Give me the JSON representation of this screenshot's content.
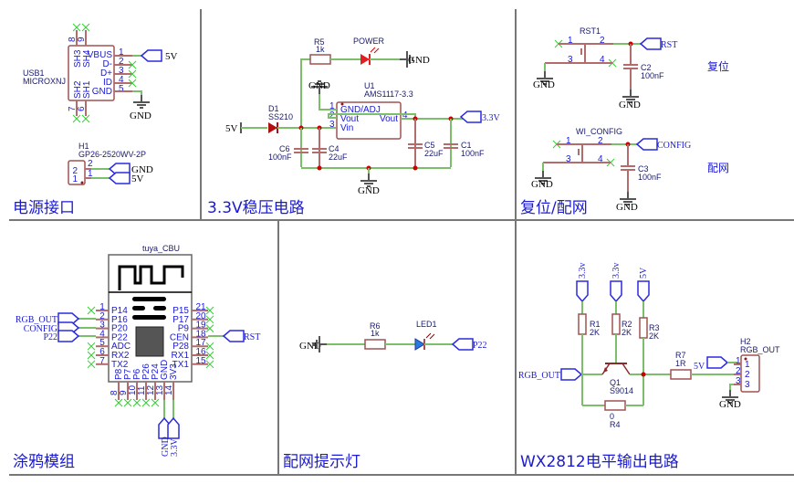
{
  "sections": {
    "power_port": {
      "title": "电源接口",
      "usb": {
        "ref": "USB1",
        "value": "MICROXNJ",
        "pins_right": [
          {
            "num": "1",
            "name": "VBUS",
            "net": "5V"
          },
          {
            "num": "2",
            "name": "D-"
          },
          {
            "num": "3",
            "name": "D+"
          },
          {
            "num": "4",
            "name": "ID"
          },
          {
            "num": "5",
            "name": "GND",
            "net": "GND"
          }
        ],
        "pins_top": [
          {
            "num": "8",
            "name": "SH3"
          },
          {
            "num": "9",
            "name": "SH4"
          }
        ],
        "pins_bottom": [
          {
            "num": "7",
            "name": "SH2"
          },
          {
            "num": "6",
            "name": "SH1"
          }
        ]
      },
      "header": {
        "ref": "H1",
        "value": "GP26-2520WV-2P",
        "pins": [
          {
            "num": "2",
            "net": "GND"
          },
          {
            "num": "1",
            "net": "5V"
          }
        ]
      }
    },
    "regulator": {
      "title": "3.3V稳压电路",
      "r5": {
        "ref": "R5",
        "value": "1k"
      },
      "led_power": {
        "ref": "POWER"
      },
      "d1": {
        "ref": "D1",
        "value": "SS210"
      },
      "u1": {
        "ref": "U1",
        "value": "AMS1117-3.3",
        "pins": [
          {
            "num": "1",
            "name": "GND/ADJ"
          },
          {
            "num": "2",
            "name": "Vout"
          },
          {
            "num": "3",
            "name": "Vin"
          },
          {
            "num": "4",
            "name": "Vout"
          }
        ]
      },
      "c6": {
        "ref": "C6",
        "value": "100nF"
      },
      "c4": {
        "ref": "C4",
        "value": "22uF"
      },
      "c5": {
        "ref": "C5",
        "value": "22uF"
      },
      "c1": {
        "ref": "C1",
        "value": "100nF"
      },
      "nets": {
        "in": "5V",
        "out": "3.3V",
        "gnd": "GND"
      }
    },
    "reset_config": {
      "title": "复位/配网",
      "rst": {
        "ref": "RST1",
        "net": "RST",
        "pins": [
          "1",
          "2",
          "3",
          "4"
        ],
        "note": "复位"
      },
      "c2": {
        "ref": "C2",
        "value": "100nF"
      },
      "config": {
        "ref": "WI_CONFIG",
        "net": "CONFIG",
        "pins": [
          "1",
          "2",
          "3",
          "4"
        ],
        "note": "配网"
      },
      "c3": {
        "ref": "C3",
        "value": "100nF"
      },
      "gnd": "GND"
    },
    "tuya": {
      "title": "涂鸦模组",
      "module": {
        "value": "tuya_CBU",
        "pins_left": [
          {
            "num": "1",
            "name": "P14"
          },
          {
            "num": "2",
            "name": "P16",
            "net": "RGB_OUT"
          },
          {
            "num": "3",
            "name": "P20",
            "net": "CONFIG"
          },
          {
            "num": "4",
            "name": "P22",
            "net": "P22"
          },
          {
            "num": "5",
            "name": "ADC"
          },
          {
            "num": "6",
            "name": "RX2"
          },
          {
            "num": "7",
            "name": "TX2"
          }
        ],
        "pins_right": [
          {
            "num": "21",
            "name": "P15"
          },
          {
            "num": "20",
            "name": "P17"
          },
          {
            "num": "19",
            "name": "P9"
          },
          {
            "num": "18",
            "name": "CEN",
            "net": "RST"
          },
          {
            "num": "17",
            "name": "P28"
          },
          {
            "num": "16",
            "name": "RX1"
          },
          {
            "num": "15",
            "name": "TX1"
          }
        ],
        "pins_bottom": [
          {
            "num": "8",
            "name": "P8"
          },
          {
            "num": "9",
            "name": "P7"
          },
          {
            "num": "10",
            "name": "P6"
          },
          {
            "num": "11",
            "name": "P26"
          },
          {
            "num": "12",
            "name": "P24"
          },
          {
            "num": "13",
            "name": "GND",
            "net": "GND"
          },
          {
            "num": "14",
            "name": "3V3",
            "net": "3.3V"
          }
        ]
      }
    },
    "config_led": {
      "title": "配网提示灯",
      "r6": {
        "ref": "R6",
        "value": "1k"
      },
      "led1": {
        "ref": "LED1"
      },
      "nets": {
        "gnd": "GND",
        "in": "P22"
      }
    },
    "ws2812": {
      "title": "WX2812电平输出电路",
      "r1": {
        "ref": "R1",
        "value": "2K",
        "net": "3.3v"
      },
      "r2": {
        "ref": "R2",
        "value": "2K",
        "net": "3.3v"
      },
      "r3": {
        "ref": "R3",
        "value": "2K",
        "net": "5V"
      },
      "q1": {
        "ref": "Q1",
        "value": "S9014"
      },
      "r4": {
        "ref": "R4",
        "value": "0"
      },
      "r7": {
        "ref": "R7",
        "value": "1R"
      },
      "h2": {
        "ref": "H2",
        "value": "RGB_OUT",
        "pins": [
          "1",
          "2",
          "3"
        ]
      },
      "nets": {
        "in": "RGB_OUT",
        "vcc": "5V",
        "gnd": "GND"
      }
    }
  }
}
